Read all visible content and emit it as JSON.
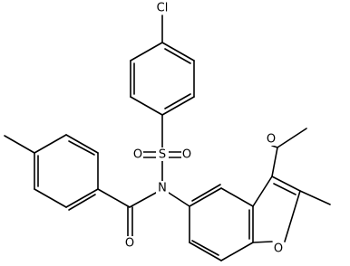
{
  "molecule": {
    "atom_labels": {
      "cl": "Cl",
      "s": "S",
      "o_sulfonyl_left": "O",
      "o_sulfonyl_right": "O",
      "n": "N",
      "o_amide": "O",
      "o_acetyl": "O",
      "o_furan": "O"
    }
  },
  "colors": {
    "bond": "#000000",
    "text": "#000000",
    "background": "#ffffff"
  }
}
